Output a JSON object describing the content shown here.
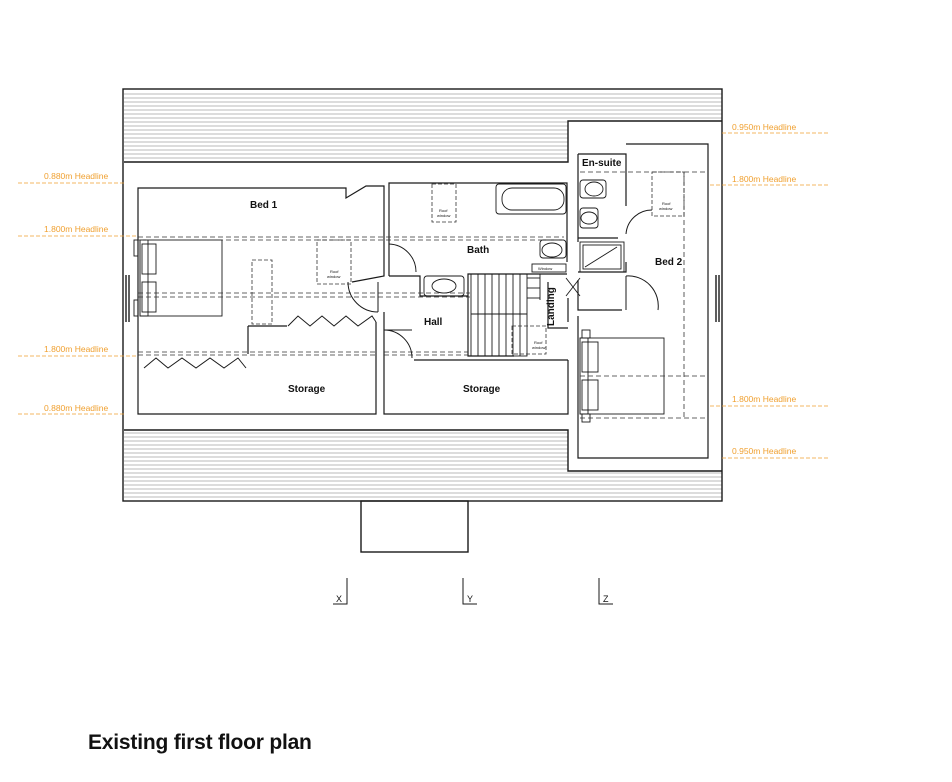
{
  "title": "Existing first floor plan",
  "colors": {
    "headline": "#f0a030",
    "line": "#1a1a1a",
    "dash": "#333333"
  },
  "rooms": {
    "bed1": "Bed 1",
    "bath": "Bath",
    "ensuite": "En-suite",
    "bed2": "Bed 2",
    "hall": "Hall",
    "landing": "Landing",
    "storage_left": "Storage",
    "storage_right": "Storage"
  },
  "small_labels": {
    "roof_window": [
      "Roof",
      "window"
    ],
    "roof_window_ensuite": [
      "Roof",
      "window"
    ],
    "roof_window_landing": [
      "Roof",
      "window"
    ],
    "roof_window_bed1": [
      "Roof",
      "window"
    ],
    "window": "Window"
  },
  "headlines": {
    "left_top": "0.880m Headline",
    "left_mid_top": "1.800m Headline",
    "left_mid_bottom": "1.800m Headline",
    "left_bottom": "0.880m Headline",
    "right_top": "0.950m Headline",
    "right_mid_top": "1.800m Headline",
    "right_mid_bottom": "1.800m Headline",
    "right_bottom": "0.950m Headline"
  },
  "sections": {
    "x": "X",
    "y": "Y",
    "z": "Z"
  }
}
